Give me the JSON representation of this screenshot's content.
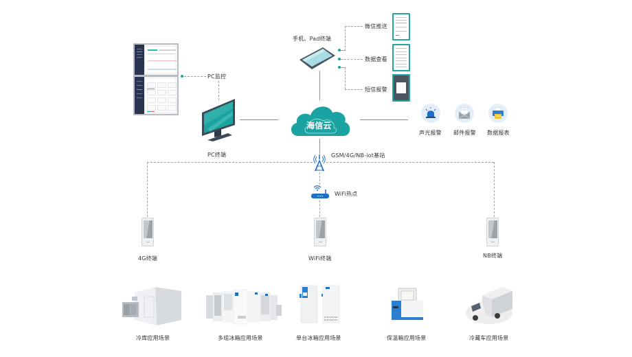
{
  "cloud": {
    "label": "海信云",
    "color": "#1aa3a0"
  },
  "mobile": {
    "label": "手机、Pad终端",
    "features": [
      {
        "label": "微信推送"
      },
      {
        "label": "数据查看"
      },
      {
        "label": "短信报警"
      }
    ]
  },
  "pc": {
    "monitor_label": "PC监控",
    "terminal_label": "PC终端"
  },
  "alarms": [
    {
      "label": "声光报警",
      "icon": "siren-icon"
    },
    {
      "label": "邮件报警",
      "icon": "mail-icon"
    },
    {
      "label": "数据报表",
      "icon": "printer-icon"
    }
  ],
  "network": {
    "base_station_label": "GSM/4G/NB-iot基站",
    "wifi_label": "WiFi热点"
  },
  "terminals": [
    {
      "label": "4G终端"
    },
    {
      "label": "WiFi终端"
    },
    {
      "label": "NB终端"
    }
  ],
  "scenes": [
    {
      "label": "冷库应用场景"
    },
    {
      "label": "多组冰箱应用场景"
    },
    {
      "label": "单台冰箱应用场景"
    },
    {
      "label": "保温箱应用场景"
    },
    {
      "label": "冷藏车应用场景"
    }
  ],
  "colors": {
    "accent": "#1aa3a0",
    "blue": "#1f6fc4",
    "line": "#8a8f94"
  }
}
